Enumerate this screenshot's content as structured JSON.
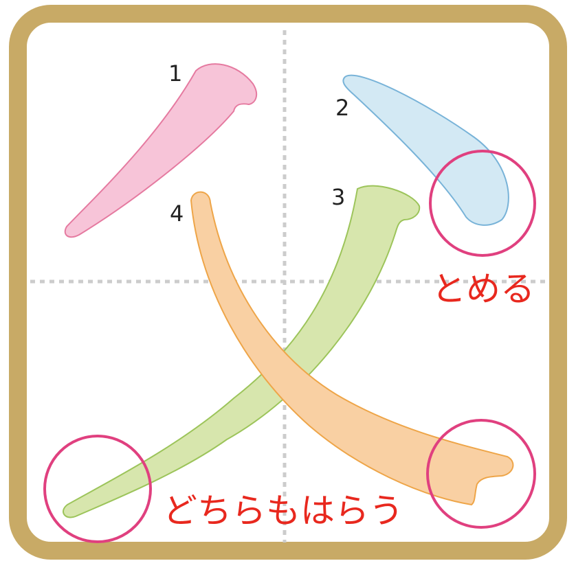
{
  "diagram": {
    "kanji": "父",
    "strokes": [
      {
        "number": "1",
        "color": "#f7c4d8",
        "outline": "#e57aa0"
      },
      {
        "number": "2",
        "color": "#d3e9f4",
        "outline": "#78b3d8"
      },
      {
        "number": "3",
        "color": "#d7e6ad",
        "outline": "#9cc45a"
      },
      {
        "number": "4",
        "color": "#f9d0a3",
        "outline": "#eea548"
      }
    ],
    "annotations": {
      "tome": "とめる",
      "harai": "どちらもはらう"
    },
    "colors": {
      "frame": "#c8aa66",
      "guide": "#cccccc",
      "circle": "#e0407f",
      "note_text": "#e8281e"
    }
  }
}
